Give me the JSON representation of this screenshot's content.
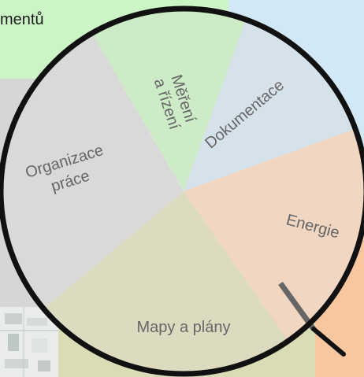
{
  "header": {
    "text": "mentů"
  },
  "wheel": {
    "segments": [
      {
        "key": "mereni",
        "lines": [
          "Měření",
          "a řízení"
        ],
        "color": "#cdebc7"
      },
      {
        "key": "dokumentace",
        "lines": [
          "Dokumentace"
        ],
        "color": "#d6e2ea"
      },
      {
        "key": "energie",
        "lines": [
          "Energie"
        ],
        "color": "#f1d6c1"
      },
      {
        "key": "mapy",
        "lines": [
          "Mapy a plány"
        ],
        "color": "#dcdbc0"
      },
      {
        "key": "organizace",
        "lines": [
          "Organizace",
          "práce"
        ],
        "color": "#d9d9d9"
      }
    ],
    "label_color": "#666666",
    "rim_color": "#111111",
    "handle_color": "#666666"
  }
}
